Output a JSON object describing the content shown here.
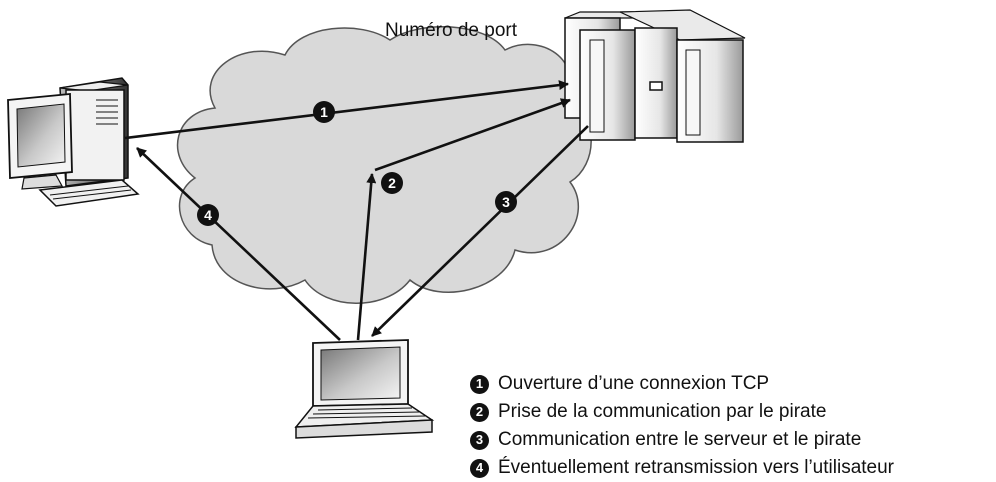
{
  "server_label": "Numéro de port",
  "markers": [
    "1",
    "2",
    "3",
    "4"
  ],
  "legend": [
    {
      "num": "1",
      "text": "Ouverture d’une connexion TCP"
    },
    {
      "num": "2",
      "text": "Prise de la communication par le pirate"
    },
    {
      "num": "3",
      "text": "Communication entre le serveur et le pirate"
    },
    {
      "num": "4",
      "text": "Éventuellement retransmission vers l’utilisateur"
    }
  ],
  "colors": {
    "ink": "#111111",
    "cloud": "#d9d9d9"
  },
  "icons": [
    "desktop-computer-icon",
    "server-rack-icon",
    "laptop-icon",
    "network-cloud-icon"
  ]
}
